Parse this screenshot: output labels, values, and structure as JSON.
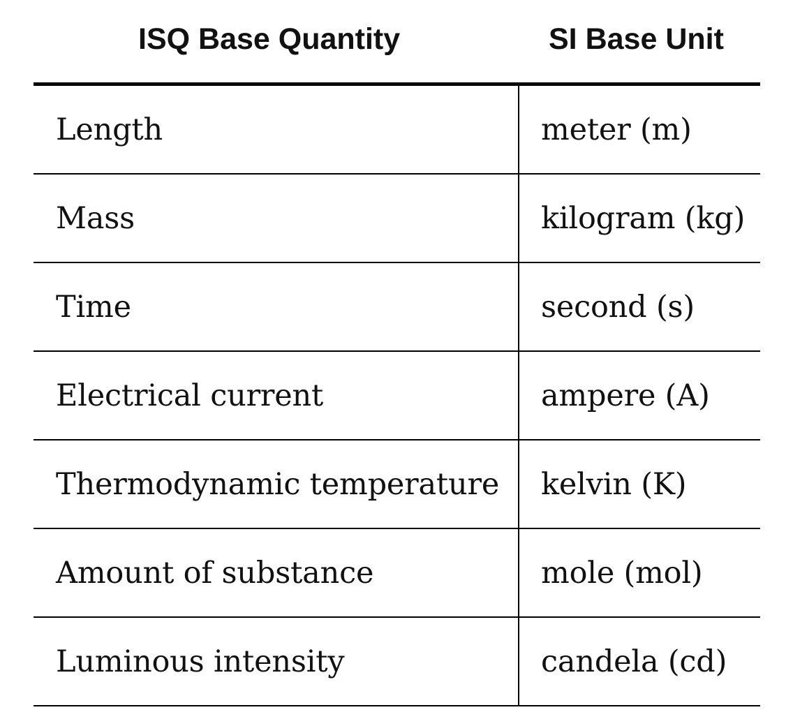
{
  "table": {
    "headers": {
      "quantity": "ISQ Base Quantity",
      "unit": "SI Base Unit"
    },
    "rows": [
      {
        "quantity": "Length",
        "unit": "meter (m)"
      },
      {
        "quantity": "Mass",
        "unit": "kilogram (kg)"
      },
      {
        "quantity": "Time",
        "unit": "second (s)"
      },
      {
        "quantity": "Electrical current",
        "unit": "ampere (A)"
      },
      {
        "quantity": "Thermodynamic temperature",
        "unit": "kelvin (K)"
      },
      {
        "quantity": "Amount of substance",
        "unit": "mole (mol)"
      },
      {
        "quantity": "Luminous intensity",
        "unit": "candela (cd)"
      }
    ]
  }
}
